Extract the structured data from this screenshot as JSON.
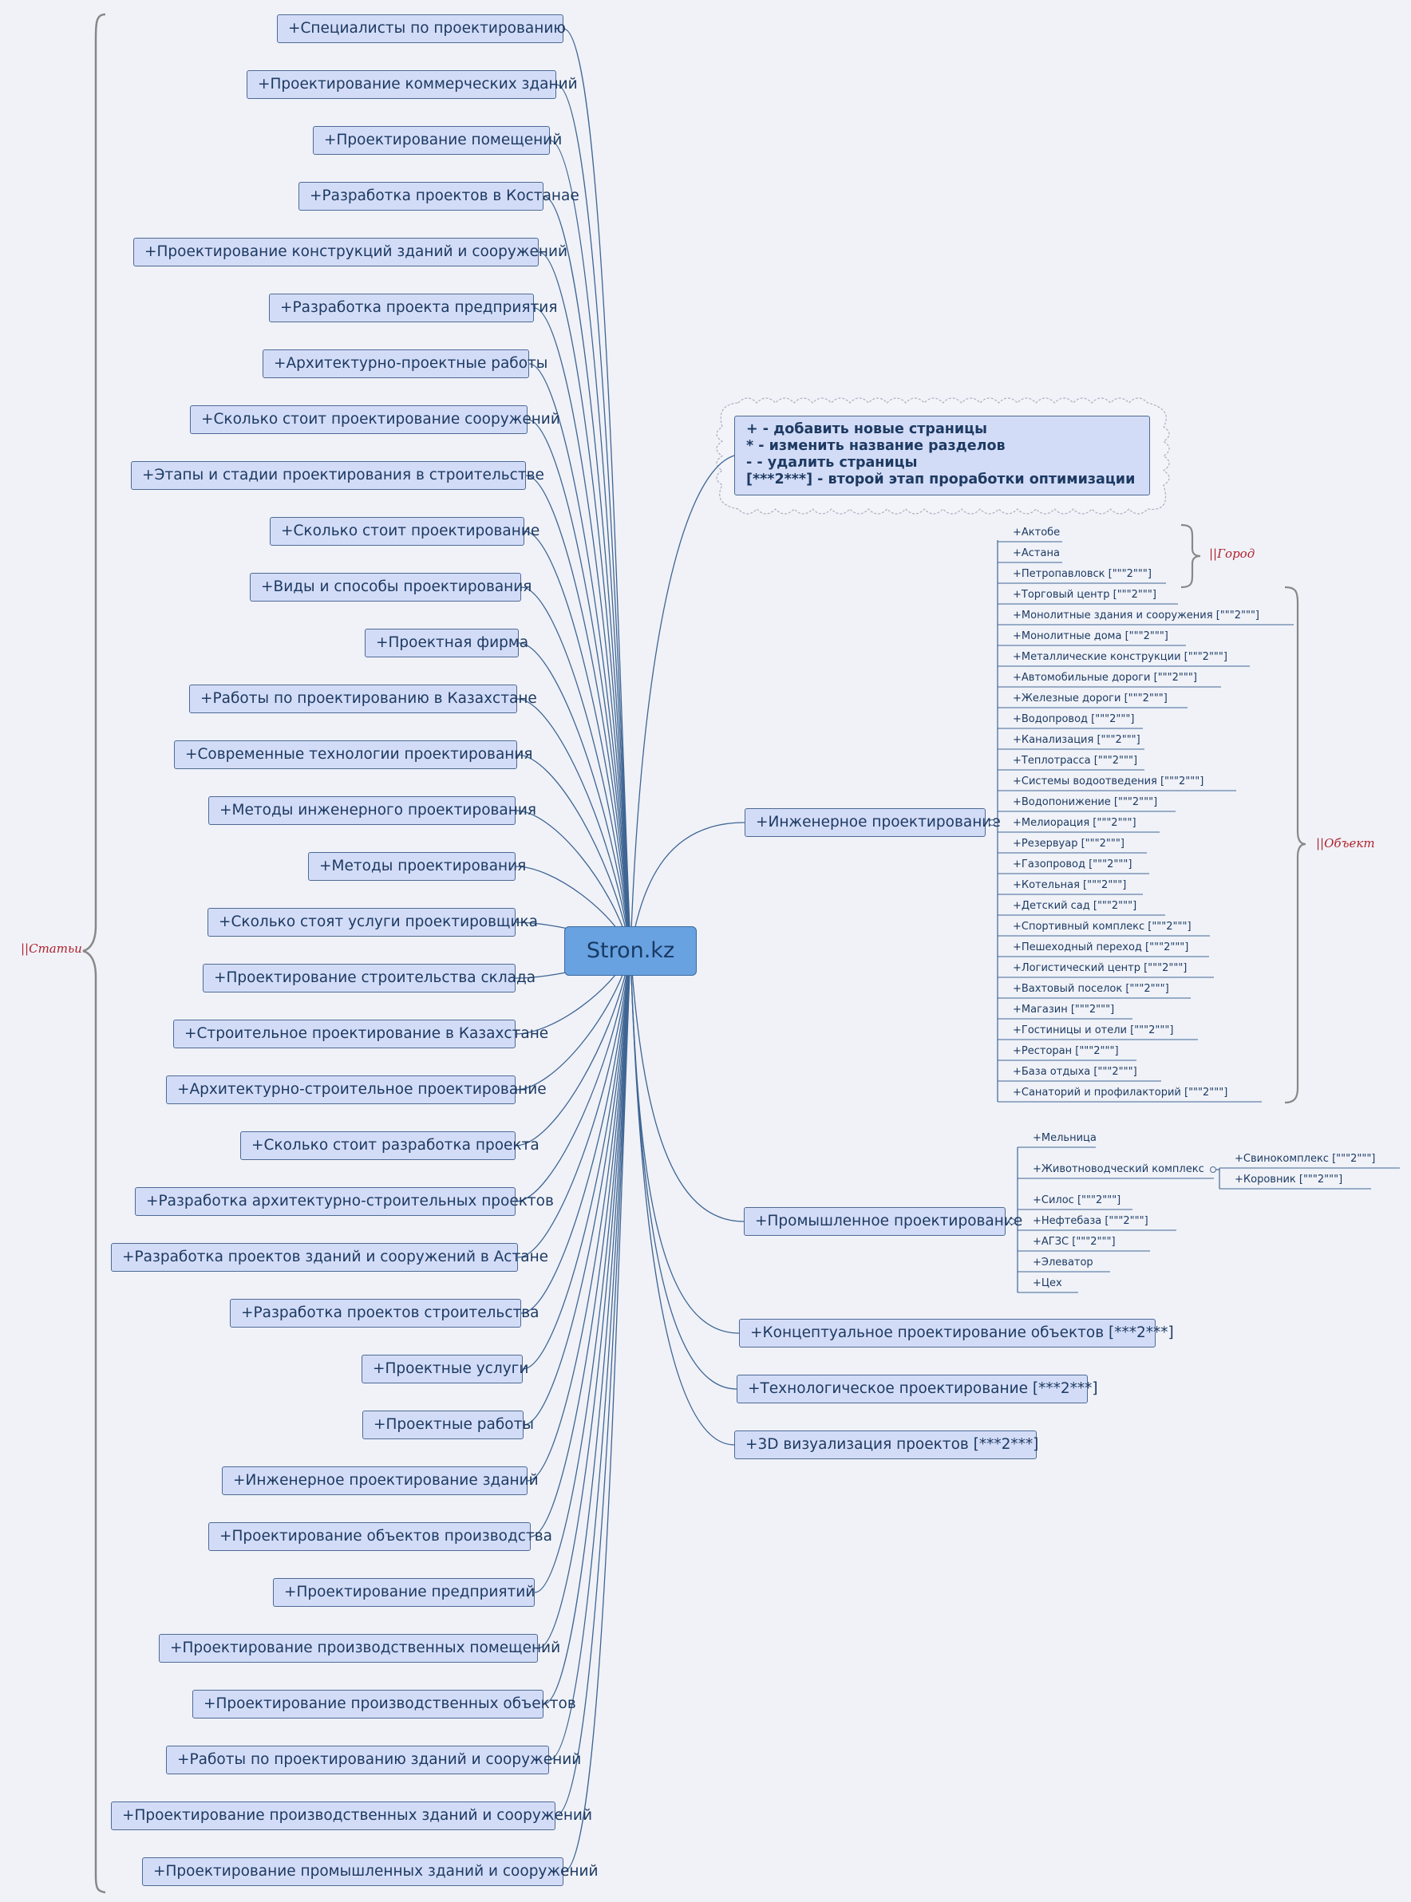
{
  "root": {
    "label": "Stron.kz"
  },
  "legend": {
    "lines": [
      "+ - добавить новые страницы",
      "* - изменить название разделов",
      "- - удалить страницы",
      "[***2***] - второй этап проработки оптимизации"
    ]
  },
  "tags": {
    "articles": "||Статьи",
    "city": "||Город",
    "object": "||Объект"
  },
  "articles": [
    "+Специалисты по проектированию",
    "+Проектирование коммерческих зданий",
    "+Проектирование помещений",
    "+Разработка проектов в Костанае",
    "+Проектирование конструкций зданий и сооружений",
    "+Разработка проекта предприятия",
    "+Архитектурно-проектные работы",
    "+Сколько стоит проектирование сооружений",
    "+Этапы и стадии проектирования в строительстве",
    "+Сколько стоит проектирование",
    "+Виды и способы проектирования",
    "+Проектная фирма",
    "+Работы по проектированию в Казахстане",
    "+Современные технологии проектирования",
    "+Методы инженерного проектирования",
    "+Методы проектирования",
    "+Сколько стоят услуги проектировщика",
    "+Проектирование строительства склада",
    "+Строительное проектирование в Казахстане",
    "+Архитектурно-строительное проектирование",
    "+Сколько стоит разработка проекта",
    "+Разработка архитектурно-строительных проектов",
    "+Разработка проектов зданий и сооружений в Астане",
    "+Разработка проектов строительства",
    "+Проектные услуги",
    "+Проектные работы",
    "+Инженерное проектирование зданий",
    "+Проектирование объектов производства",
    "+Проектирование предприятий",
    "+Проектирование производственных помещений",
    "+Проектирование производственных объектов",
    "+Работы по проектированию зданий и сооружений",
    "+Проектирование производственных зданий и сооружений",
    "+Проектирование промышленных зданий и сооружений"
  ],
  "engineering": {
    "label": "+Инженерное проектирование",
    "children": [
      "+Актобе",
      "+Астана",
      "+Петропавловск [\"\"\"2\"\"\"]",
      "+Торговый центр [\"\"\"2\"\"\"]",
      "+Монолитные здания и сооружения [\"\"\"2\"\"\"]",
      "+Монолитные дома [\"\"\"2\"\"\"]",
      "+Металлические конструкции [\"\"\"2\"\"\"]",
      "+Автомобильные дороги [\"\"\"2\"\"\"]",
      "+Железные дороги [\"\"\"2\"\"\"]",
      "+Водопровод [\"\"\"2\"\"\"]",
      "+Канализация [\"\"\"2\"\"\"]",
      "+Теплотрасса [\"\"\"2\"\"\"]",
      "+Системы водоотведения [\"\"\"2\"\"\"]",
      "+Водопонижение [\"\"\"2\"\"\"]",
      "+Мелиорация [\"\"\"2\"\"\"]",
      "+Резервуар [\"\"\"2\"\"\"]",
      "+Газопровод [\"\"\"2\"\"\"]",
      "+Котельная [\"\"\"2\"\"\"]",
      "+Детский сад [\"\"\"2\"\"\"]",
      "+Спортивный комплекс [\"\"\"2\"\"\"]",
      "+Пешеходный переход [\"\"\"2\"\"\"]",
      "+Логистический центр [\"\"\"2\"\"\"]",
      "+Вахтовый поселок [\"\"\"2\"\"\"]",
      "+Магазин [\"\"\"2\"\"\"]",
      "+Гостиницы и отели [\"\"\"2\"\"\"]",
      "+Ресторан [\"\"\"2\"\"\"]",
      "+База отдыха [\"\"\"2\"\"\"]",
      "+Санаторий и профилакторий [\"\"\"2\"\"\"]"
    ]
  },
  "industrial": {
    "label": "+Промышленное проектирование",
    "children": [
      "+Мельница",
      "+Животноводческий комплекс",
      "+Силос [\"\"\"2\"\"\"]",
      "+Нефтебаза [\"\"\"2\"\"\"]",
      "+АГЗС [\"\"\"2\"\"\"]",
      "+Элеватор",
      "+Цех"
    ],
    "livestock_children": [
      "+Свинокомплекс [\"\"\"2\"\"\"]",
      "+Коровник [\"\"\"2\"\"\"]"
    ]
  },
  "right_topics": [
    "+Концептуальное проектирование объектов [***2***]",
    "+Технологическое проектирование [***2***]",
    "+3D визуализация проектов [***2***]"
  ],
  "colors": {
    "background": "#f0f2f8",
    "node_fill": "#d3dcf7",
    "node_border": "#4e6a94",
    "root_fill": "#69a2e1",
    "tag_text": "#b0202a",
    "line": "#3f6593"
  }
}
